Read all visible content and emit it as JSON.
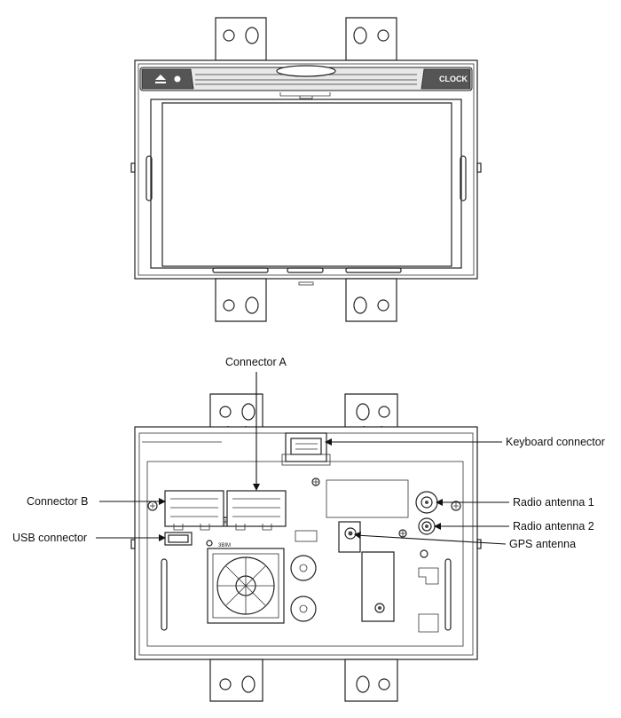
{
  "front_view": {
    "clock_button_label": "CLOCK",
    "eject_icon": "eject-icon"
  },
  "rear_view": {
    "fan_label": "3BIM",
    "callouts": {
      "connector_a": "Connector A",
      "connector_b": "Connector B",
      "keyboard_connector": "Keyboard connector",
      "usb_connector": "USB connector",
      "radio_antenna_1": "Radio antenna 1",
      "radio_antenna_2": "Radio antenna 2",
      "gps_antenna": "GPS antenna"
    }
  }
}
